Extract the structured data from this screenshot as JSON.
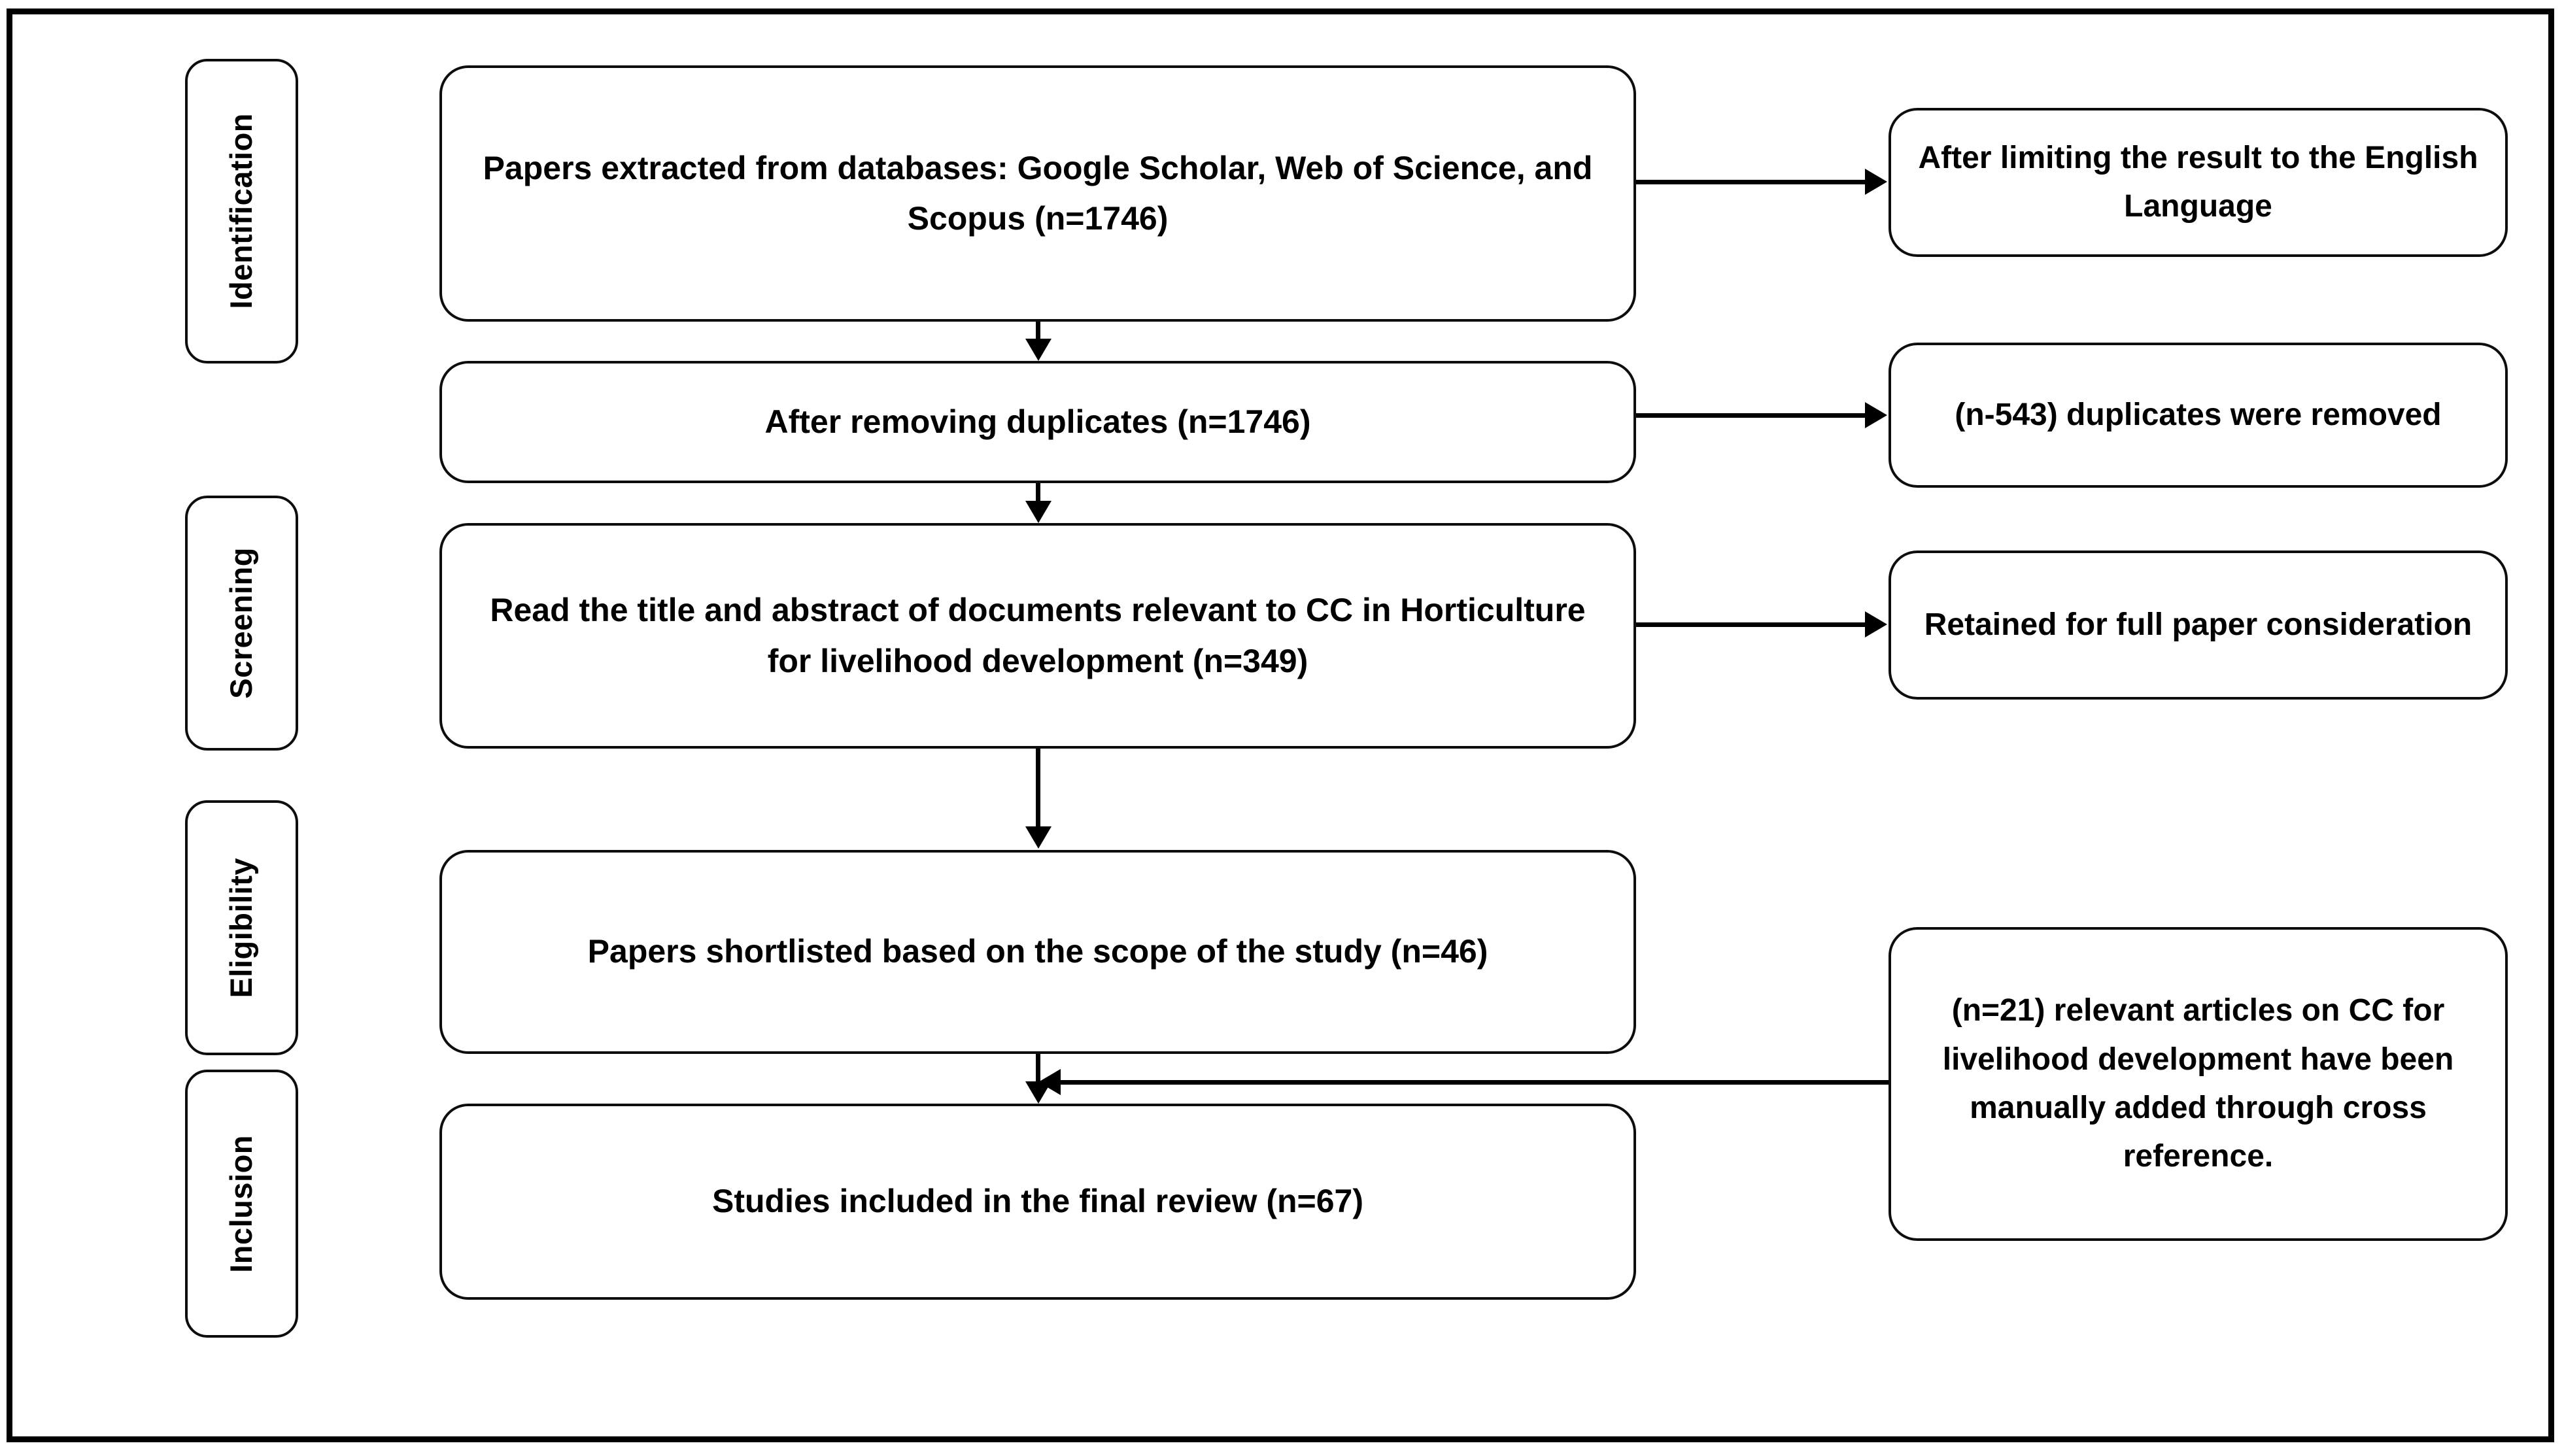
{
  "diagram": {
    "type": "prisma-flow-diagram",
    "stages": [
      {
        "id": "identification",
        "label": "Identification"
      },
      {
        "id": "screening",
        "label": "Screening"
      },
      {
        "id": "eligibility",
        "label": "Eligibility"
      },
      {
        "id": "inclusion",
        "label": "Inclusion"
      }
    ],
    "main_boxes": [
      {
        "id": "records-identified",
        "text": "Papers extracted from databases: Google Scholar, Web of Science, and Scopus (n=1746)",
        "count": 1746
      },
      {
        "id": "after-duplicates-removed",
        "text": "After removing duplicates (n=1746)",
        "count": 1746
      },
      {
        "id": "title-abstract-screened",
        "text": "Read the title and abstract of documents relevant to CC in Horticulture for livelihood development (n=349)",
        "count": 349
      },
      {
        "id": "papers-shortlisted",
        "text": "Papers shortlisted based on the scope of the study (n=46)",
        "count": 46
      },
      {
        "id": "studies-included",
        "text": "Studies included in the final review (n=67)",
        "count": 67
      }
    ],
    "side_boxes": [
      {
        "id": "english-language-limit",
        "text": "After limiting the result to the English Language"
      },
      {
        "id": "duplicates-removed-note",
        "text": "(n-543) duplicates were removed",
        "count": 543
      },
      {
        "id": "retained-full-paper",
        "text": "Retained for full paper consideration"
      },
      {
        "id": "cross-reference-additions",
        "text": "(n=21) relevant articles on CC for livelihood development have been manually added through cross reference.",
        "count": 21
      }
    ],
    "connectors": [
      {
        "id": "identification-to-duplicates",
        "direction": "down"
      },
      {
        "id": "duplicates-to-screening",
        "direction": "down"
      },
      {
        "id": "screening-to-shortlisted",
        "direction": "down"
      },
      {
        "id": "shortlisted-to-included",
        "direction": "down"
      },
      {
        "id": "identification-to-english-note",
        "direction": "right"
      },
      {
        "id": "duplicates-to-removed-note",
        "direction": "right"
      },
      {
        "id": "screening-to-retained-note",
        "direction": "right"
      },
      {
        "id": "cross-reference-to-included",
        "direction": "left"
      }
    ],
    "colors": {
      "border": "#0d0d0d",
      "frame": "#000000",
      "background": "#ffffff",
      "text": "#000000"
    }
  }
}
